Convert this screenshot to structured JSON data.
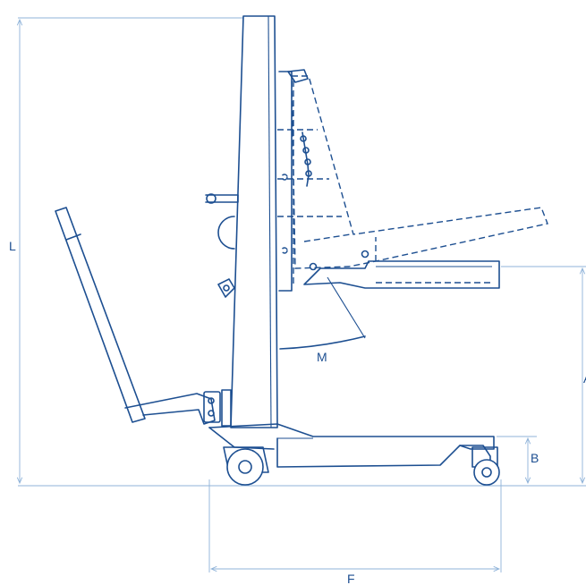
{
  "colors": {
    "line": "#1d4f91",
    "dimension": "#8fb3d9",
    "background": "#ffffff"
  },
  "dimensions": {
    "L": "L",
    "M": "M",
    "B": "B",
    "F": "F",
    "A": "A"
  }
}
